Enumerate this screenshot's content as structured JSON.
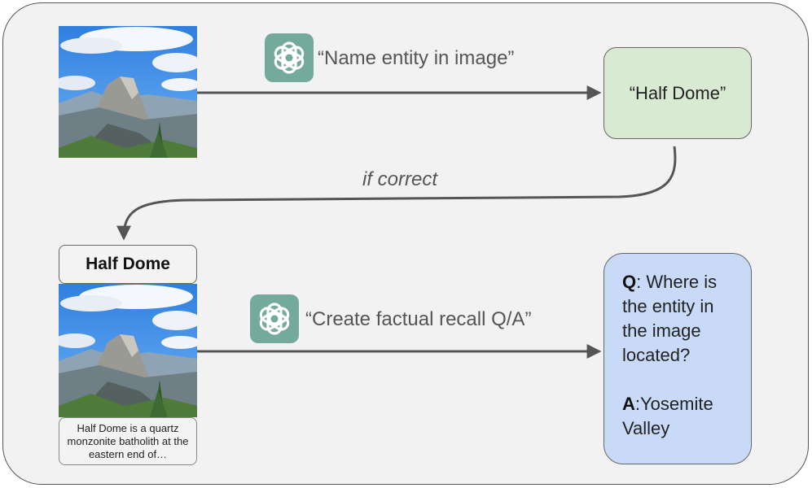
{
  "top_row": {
    "prompt_label": "“Name entity in image”",
    "answer_label": "“Half Dome”",
    "image_subject": "Half Dome, Yosemite"
  },
  "loop": {
    "condition_label": "if correct"
  },
  "bottom_row": {
    "entity_title": "Half Dome",
    "description": "Half Dome is a quartz monzonite batholith at the eastern end of…",
    "prompt_label": "“Create factual recall Q/A”",
    "qa": {
      "q_prefix": "Q",
      "question": ": Where is the entity in the image located?",
      "a_prefix": "A",
      "answer": ":Yosemite Valley"
    }
  },
  "icons": [
    "openai-logo-icon",
    "openai-logo-icon"
  ],
  "colors": {
    "answer_box": "#d9ead3",
    "qa_box": "#c9daf8",
    "icon_bg": "#74aa9c",
    "arrow": "#555555"
  }
}
